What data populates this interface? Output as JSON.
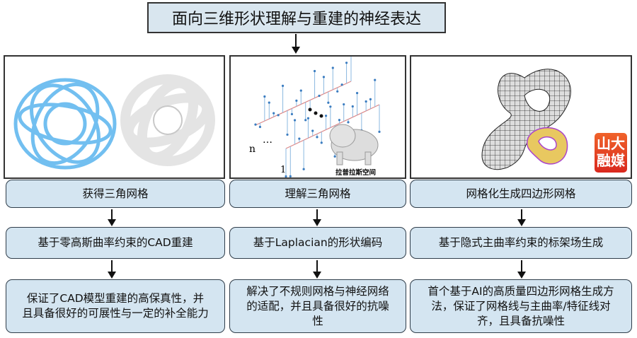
{
  "title": "面向三维形状理解与重建的神经表达",
  "panels": [
    {
      "caption": ""
    },
    {
      "caption": "拉普拉斯空间",
      "label_nv": "n",
      "label_one": "1"
    },
    {
      "caption": ""
    }
  ],
  "columns": [
    {
      "step": "获得三角网格",
      "method": "基于零高斯曲率约束的CAD重建",
      "result": "保证了CAD模型重建的高保真性，并且具备很好的可展性与一定的补全能力"
    },
    {
      "step": "理解三角网格",
      "method": "基于Laplacian的形状编码",
      "result": "解决了不规则网格与神经网络的适配，并且具备很好的抗噪性"
    },
    {
      "step": "网格化生成四边形网格",
      "method": "基于隐式主曲率约束的标架场生成",
      "result": "首个基于AI的高质量四边形网格生成方法，保证了网格线与主曲率/特征线对齐，且具备抗噪性"
    }
  ],
  "watermark": {
    "line1": "山大",
    "line2": "融媒"
  },
  "colors": {
    "box": "#d4e5f1",
    "border": "#2f3d4a",
    "mesh_blue": "#4aa8e8"
  }
}
